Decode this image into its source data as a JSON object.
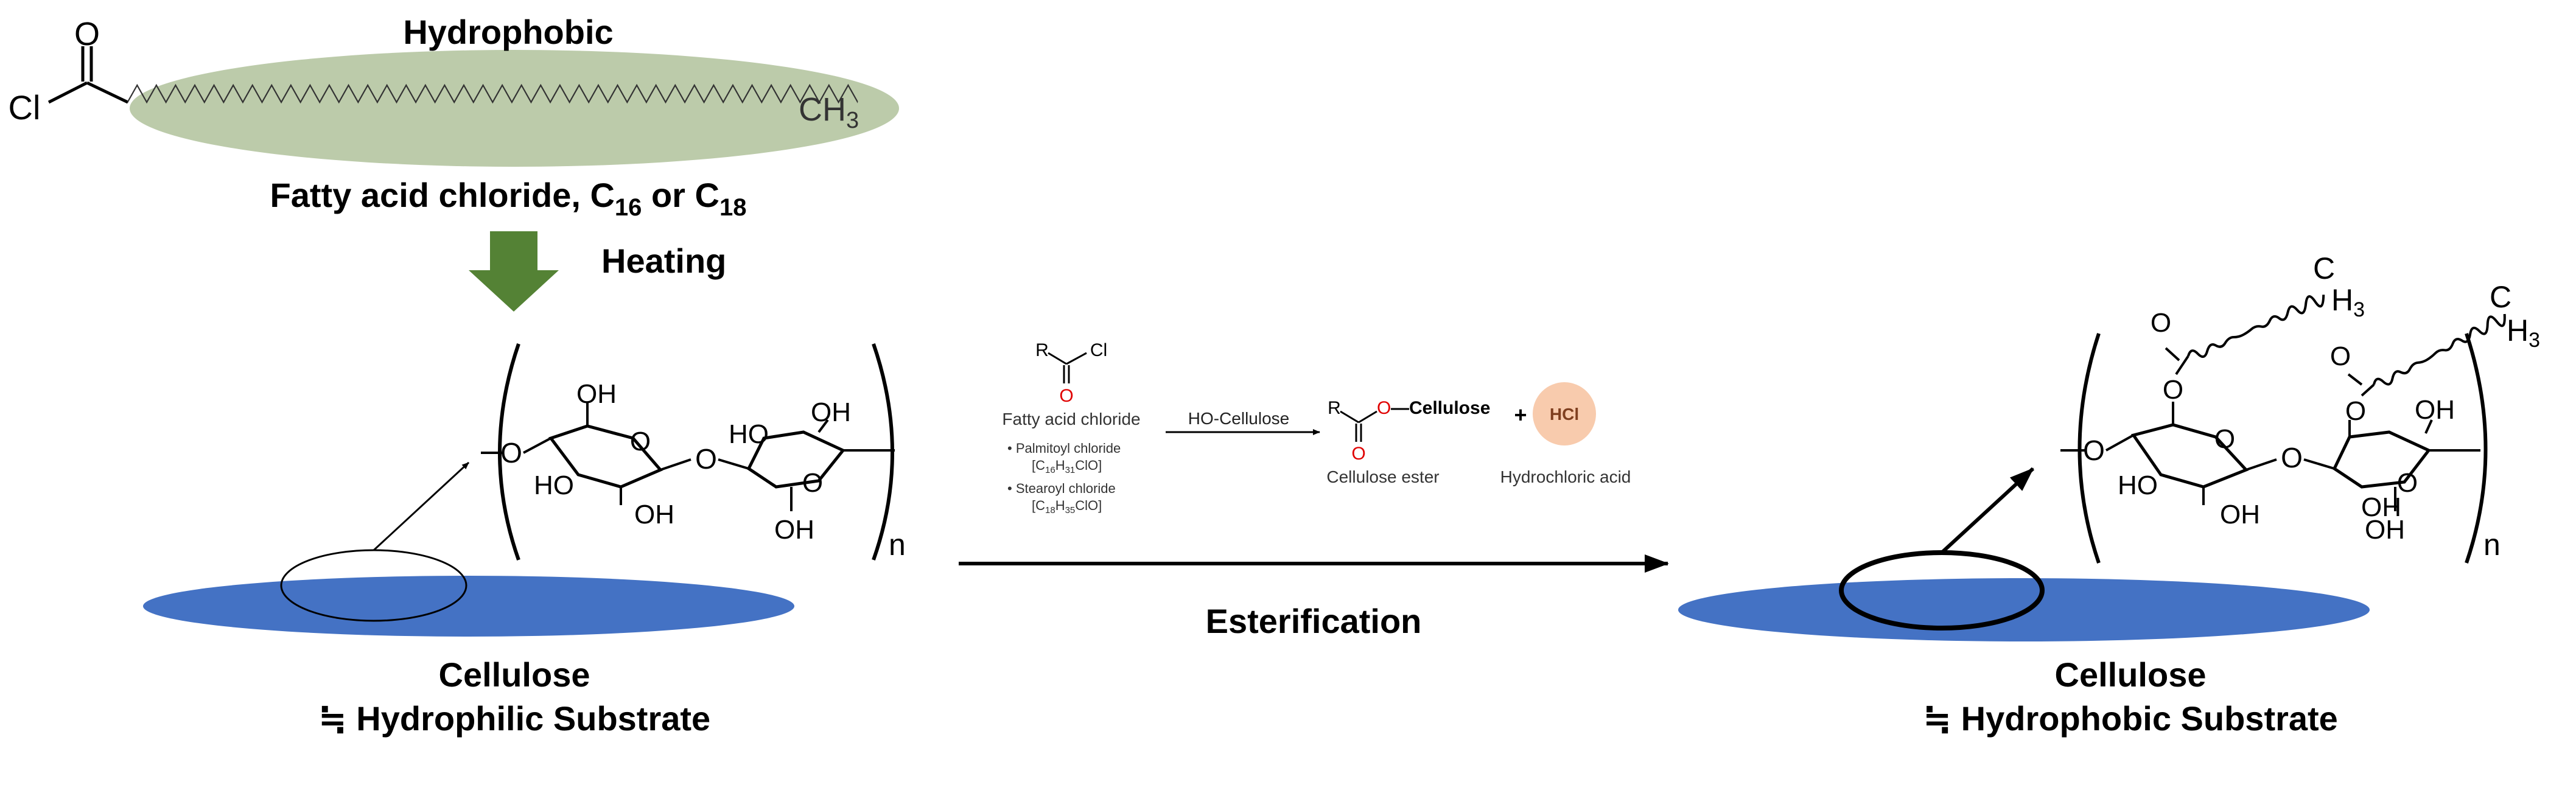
{
  "fatty_acid": {
    "top_label": "Hydrophobic",
    "cl": "Cl",
    "o": "O",
    "ch3": "CH",
    "ch3_sub": "3",
    "caption_main": "Fatty acid chloride, C",
    "caption_sub1": "16",
    "caption_or": " or C",
    "caption_sub2": "18",
    "chain_color": "#bccbaa"
  },
  "heating": {
    "label": "Heating",
    "arrow_color": "#548235"
  },
  "cellulose_left": {
    "title": "Cellulose",
    "subtitle": "≒ Hydrophilic Substrate",
    "disk_color": "#4472c4",
    "oh": "OH",
    "ho": "HO",
    "o": "O",
    "n": "n"
  },
  "reaction": {
    "r": "R",
    "cl": "Cl",
    "o": "O",
    "reagent_name": "Fatty acid chloride",
    "bullet1": "• Palmitoyl chloride",
    "bullet1_formula": "[C",
    "bullet1_s1": "16",
    "bullet1_h": "H",
    "bullet1_s2": "31",
    "bullet1_end": "ClO]",
    "bullet2": "• Stearoyl chloride",
    "bullet2_formula": "[C",
    "bullet2_s1": "18",
    "bullet2_h": "H",
    "bullet2_s2": "35",
    "bullet2_end": "ClO]",
    "arrow_label": "HO-Cellulose",
    "product_chain": "O—Cellulose",
    "product_name": "Cellulose ester",
    "plus": "+",
    "hcl": "HCl",
    "hcl_name": "Hydrochloric acid",
    "hcl_color": "#f8cbad",
    "oxygen_color": "#e00000"
  },
  "process": {
    "label": "Esterification"
  },
  "cellulose_right": {
    "title": "Cellulose",
    "subtitle": "≒ Hydrophobic Substrate",
    "disk_color": "#4472c4",
    "oh": "OH",
    "ho": "HO",
    "o": "O",
    "c": "C",
    "h3": "H",
    "h3_sub": "3",
    "n": "n"
  }
}
